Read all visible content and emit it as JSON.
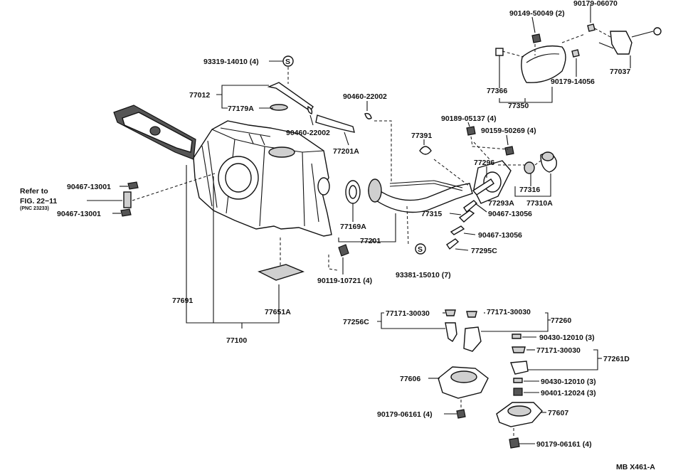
{
  "diagram_id": "MB X461-A",
  "refer": {
    "line1": "Refer to",
    "line2": "FIG. 22−11",
    "line3": "(PNC 23233)"
  },
  "labels": {
    "p90179_06070": "90179-06070",
    "p90149_50049": "90149-50049 (2)",
    "p77037": "77037",
    "p90179_14056": "90179-14056",
    "p77366": "77366",
    "p77350": "77350",
    "p93319_14010": "93319-14010 (4)",
    "p77012": "77012",
    "p77179A": "77179A",
    "p90460_22002_a": "90460-22002",
    "p90460_22002_b": "90460-22002",
    "p77201A": "77201A",
    "p90189_05137": "90189-05137 (4)",
    "p90159_50269": "90159-50269 (4)",
    "p77391": "77391",
    "p77296": "77296",
    "p77293A": "77293A",
    "p77316": "77316",
    "p77310A": "77310A",
    "p90467_13056_a": "90467-13056",
    "p77315": "77315",
    "p90467_13056_b": "90467-13056",
    "p77295C": "77295C",
    "p90467_13001_a": "90467-13001",
    "p90467_13001_b": "90467-13001",
    "p77169A": "77169A",
    "p77201": "77201",
    "p93381_15010": "93381-15010 (7)",
    "p90119_10721": "90119-10721 (4)",
    "p77691": "77691",
    "p77651A": "77651A",
    "p77100": "77100",
    "p77256C": "77256C",
    "p77171_30030_a": "77171-30030",
    "p77171_30030_b": "77171-30030",
    "p77260": "77260",
    "p90430_12010_a": "90430-12010 (3)",
    "p77171_30030_c": "77171-30030",
    "p77261D": "77261D",
    "p90430_12010_b": "90430-12010 (3)",
    "p90401_12024": "90401-12024 (3)",
    "p77606": "77606",
    "p77607": "77607",
    "p90179_06161_a": "90179-06161 (4)",
    "p90179_06161_b": "90179-06161 (4)",
    "s_symbol": "S"
  }
}
